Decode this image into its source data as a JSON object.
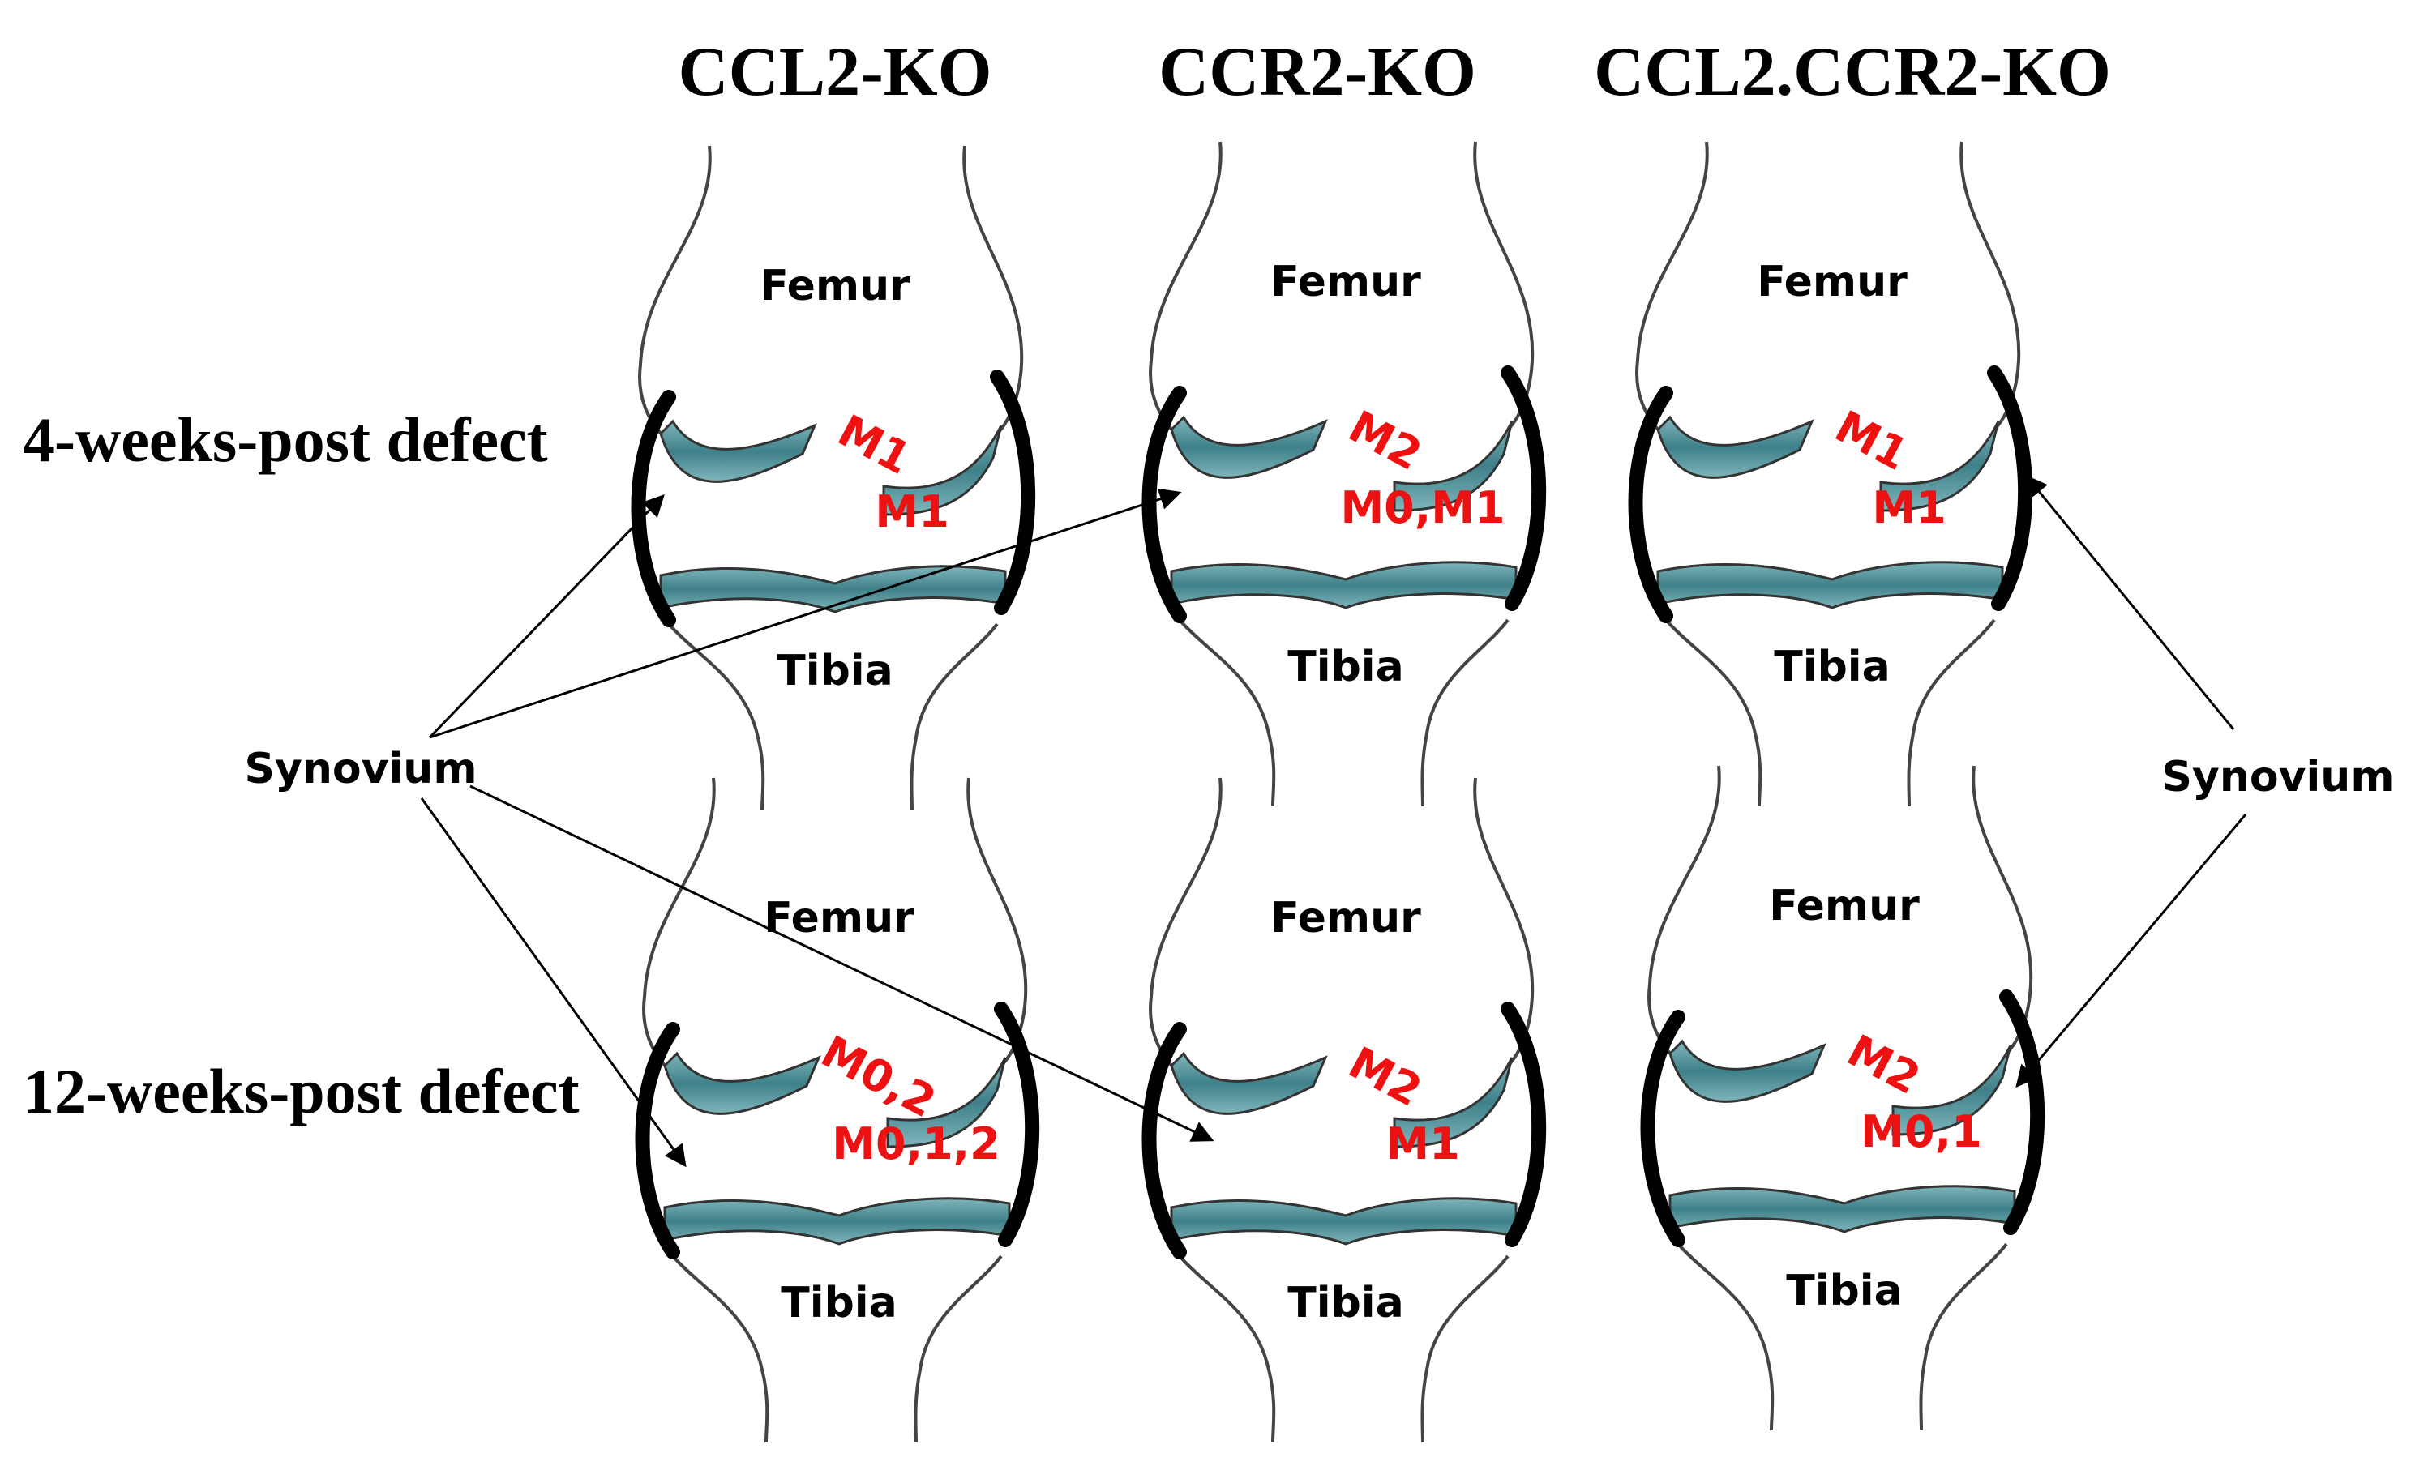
{
  "column_titles": [
    "CCL2-KO",
    "CCR2-KO",
    "CCL2.CCR2-KO"
  ],
  "row_titles": [
    "4-weeks-post defect",
    "12-weeks-post defect"
  ],
  "bone_labels": {
    "femur": "Femur",
    "tibia": "Tibia"
  },
  "synovium_label": "Synovium",
  "joints": [
    {
      "column": "CCL2-KO",
      "row": "4-weeks-post defect",
      "defect_label": "M1",
      "synovial_label": "M1"
    },
    {
      "column": "CCR2-KO",
      "row": "4-weeks-post defect",
      "defect_label": "M2",
      "synovial_label": "M0,M1"
    },
    {
      "column": "CCL2.CCR2-KO",
      "row": "4-weeks-post defect",
      "defect_label": "M1",
      "synovial_label": "M1"
    },
    {
      "column": "CCL2-KO",
      "row": "12-weeks-post defect",
      "defect_label": "M0,2",
      "synovial_label": "M0,1,2"
    },
    {
      "column": "CCR2-KO",
      "row": "12-weeks-post defect",
      "defect_label": "M2",
      "synovial_label": "M1"
    },
    {
      "column": "CCL2.CCR2-KO",
      "row": "12-weeks-post defect",
      "defect_label": "M2",
      "synovial_label": "M0,1"
    }
  ],
  "colors": {
    "cartilage": "#4f9199",
    "cartilage_light": "#a8cfd2",
    "synovium": "#000000",
    "macrophage_label": "#ee1111"
  }
}
